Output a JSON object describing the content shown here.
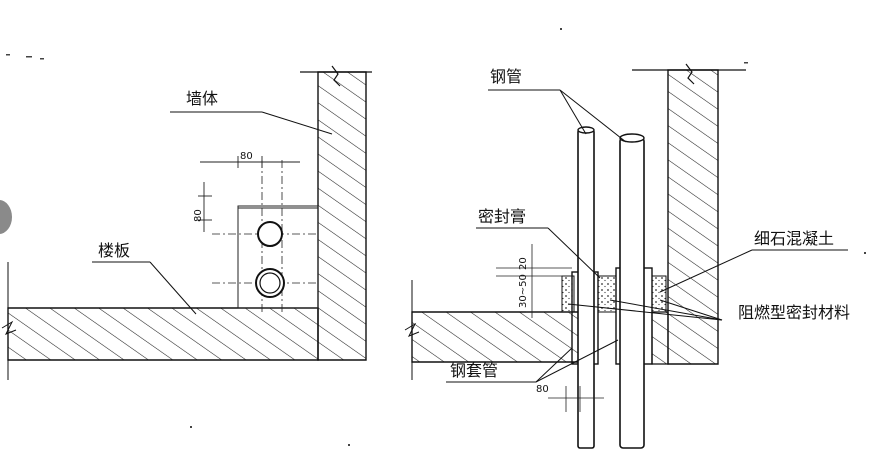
{
  "labels": {
    "wall": "墙体",
    "floor_slab": "楼板",
    "steel_pipe": "钢管",
    "sealant": "密封膏",
    "fine_concrete": "细石混凝土",
    "fire_seal": "阻燃型密封材料",
    "steel_sleeve": "钢套管"
  },
  "dimensions": {
    "left_spacing_h": "80",
    "left_spacing_v": "80",
    "sealant_depth": "20",
    "sleeve_protrusion": "30~50",
    "sleeve_gap": "80"
  }
}
